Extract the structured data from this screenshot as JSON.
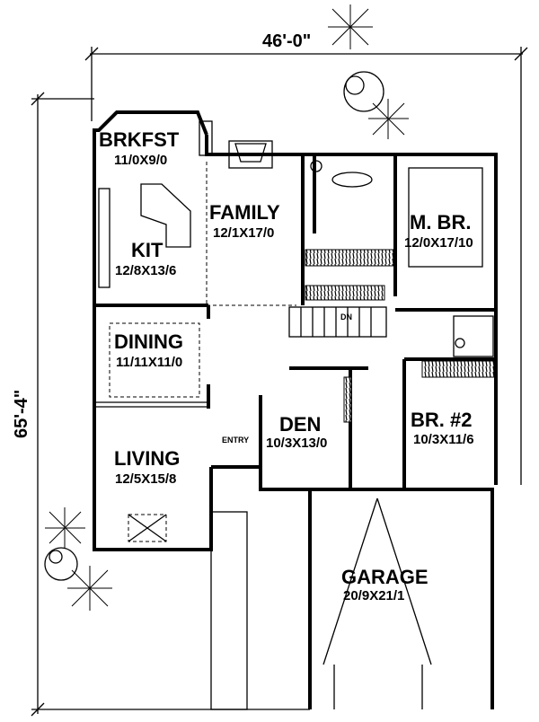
{
  "dimensions": {
    "width": "46'-0\"",
    "depth": "65'-4\""
  },
  "rooms": {
    "breakfast": {
      "name": "BRKFST",
      "size": "11/0X9/0"
    },
    "kitchen": {
      "name": "KIT",
      "size": "12/8X13/6"
    },
    "family": {
      "name": "FAMILY",
      "size": "12/1X17/0"
    },
    "master_bedroom": {
      "name": "M. BR.",
      "size": "12/0X17/10"
    },
    "dining": {
      "name": "DINING",
      "size": "11/11X11/0"
    },
    "living": {
      "name": "LIVING",
      "size": "12/5X15/8"
    },
    "entry": {
      "name": "ENTRY"
    },
    "den": {
      "name": "DEN",
      "size": "10/3X13/0"
    },
    "bedroom2": {
      "name": "BR. #2",
      "size": "10/3X11/6"
    },
    "garage": {
      "name": "GARAGE",
      "size": "20/9X21/1"
    }
  },
  "stairs": {
    "label": "DN"
  }
}
